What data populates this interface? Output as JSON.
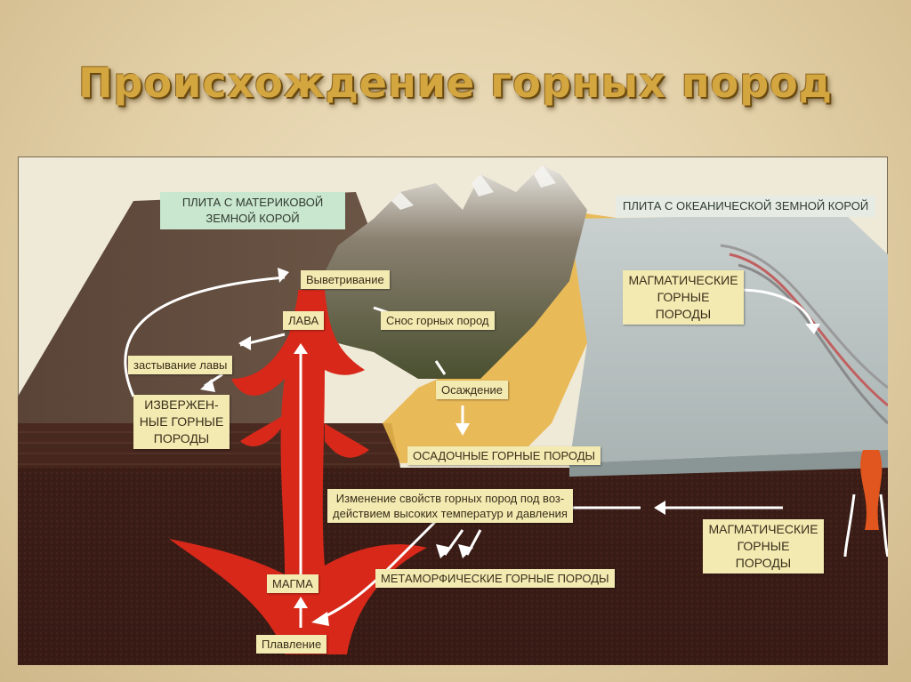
{
  "title": "Происхождение горных пород",
  "labels": {
    "continental_plate": "ПЛИТА С МАТЕРИКОВОЙ ЗЕМНОЙ КОРОЙ",
    "oceanic_plate": "ПЛИТА С ОКЕАНИЧЕСКОЙ ЗЕМНОЙ КОРОЙ",
    "weathering": "Выветривание",
    "lava": "ЛАВА",
    "erosion": "Снос горных пород",
    "lava_solidification": "застывание лавы",
    "igneous_rocks_left": "ИЗВЕРЖЕН-НЫЕ ГОРНЫЕ ПОРОДЫ",
    "sedimentation": "Осаждение",
    "sedimentary_rocks": "ОСАДОЧНЫЕ ГОРНЫЕ ПОРОДЫ",
    "property_change": "Изменение свойств горных пород под воз-действием высоких температур и давления",
    "metamorphic_rocks": "МЕТАМОРФИЧЕСКИЕ ГОРНЫЕ ПОРОДЫ",
    "magma": "МАГМА",
    "melting": "Плавление",
    "magmatic_rocks_top": "МАГМАТИЧЕСКИЕ ГОРНЫЕ ПОРОДЫ",
    "magmatic_rocks_bottom": "МАГМАТИЧЕСКИЕ ГОРНЫЕ ПОРОДЫ"
  },
  "colors": {
    "title": "#d4a640",
    "label_bg": "#f3eab2",
    "plate_label_bg": "#c9e6cf",
    "lava": "#d8281a",
    "sediment": "#e8b54a",
    "water": "#b9c4c4",
    "crust_dark": "#3a1e18"
  }
}
